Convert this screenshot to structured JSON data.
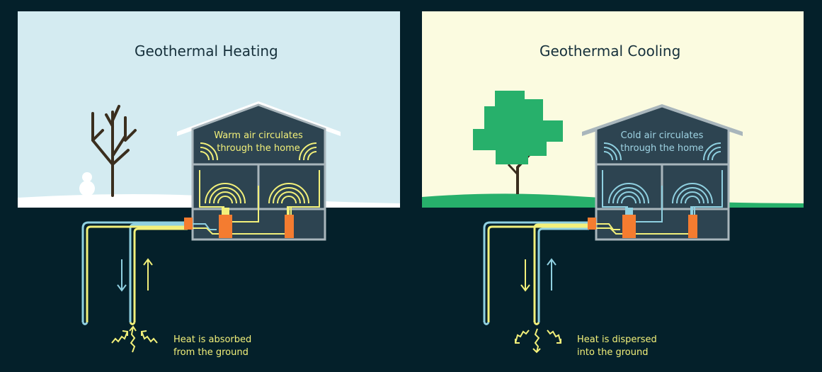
{
  "heating": {
    "title": "Geothermal Heating",
    "house_label_line1": "Warm air circulates",
    "house_label_line2": "through the home",
    "caption_line1": "Heat is absorbed",
    "caption_line2": "from the ground"
  },
  "cooling": {
    "title": "Geothermal Cooling",
    "house_label_line1": "Cold air circulates",
    "house_label_line2": "through the home",
    "caption_line1": "Heat is dispersed",
    "caption_line2": "into the ground"
  },
  "colors": {
    "background": "#04202a",
    "heating_sky": "#d4ebf1",
    "cooling_sky": "#fbfbe0",
    "snow": "#ffffff",
    "grass": "#27b06b",
    "tree_trunk": "#3a2e1e",
    "house_wall": "#2d4451",
    "house_outline": "#a9b6bc",
    "roof_snow": "#ffffff",
    "pump": "#f47c30",
    "warm_line": "#f2f07a",
    "cold_line": "#8fd0e0",
    "heating_text": "#f2f07a",
    "cooling_text": "#9fd4e4"
  }
}
